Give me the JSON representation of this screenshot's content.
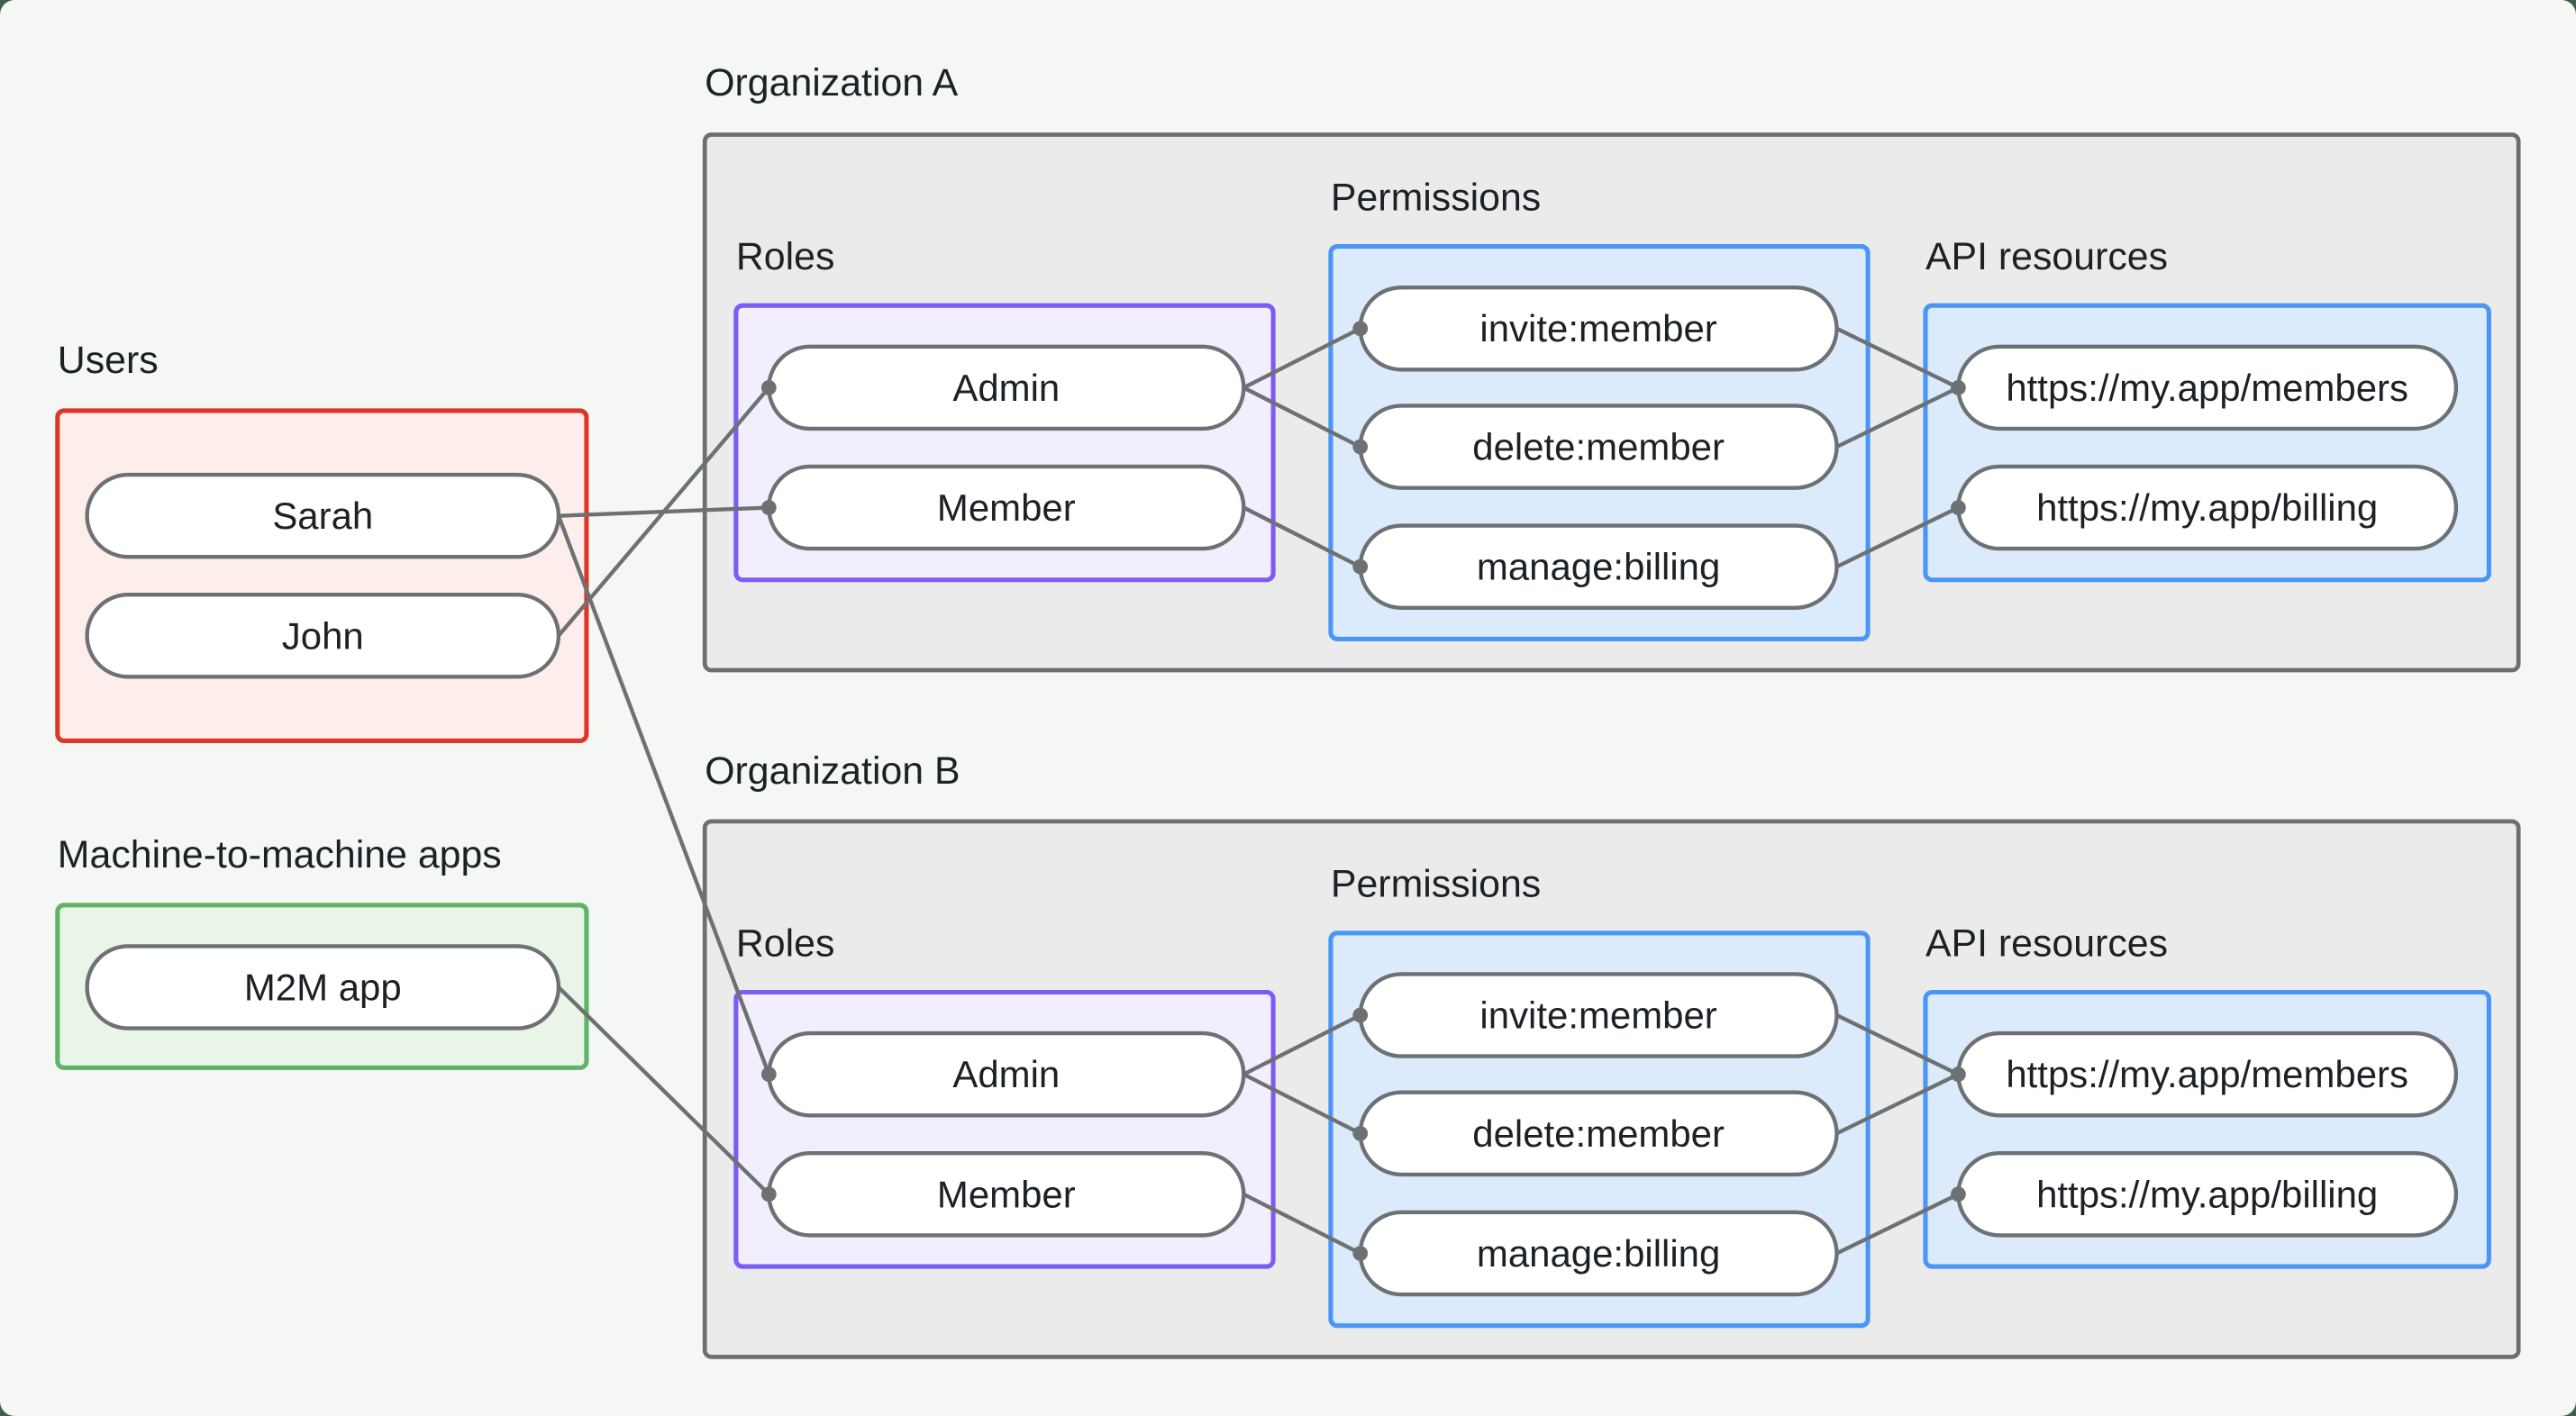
{
  "diagram": {
    "title_implicit": "RBAC organizations diagram",
    "palette": {
      "page_background": "#f5f7f5",
      "corner_backdrop": "#41604b",
      "org_fill": "#ebebeb",
      "org_border": "#6b6f71",
      "users_fill": "#fdeeec",
      "users_border": "#dc362a",
      "m2m_fill": "#e8f5e7",
      "m2m_border": "#5eb366",
      "roles_fill": "#f3eefe",
      "roles_border": "#7d5bf7",
      "permissions_fill": "#dcebfb",
      "permissions_border": "#4a96f6",
      "api_fill": "#dcebfb",
      "api_border": "#4a96f6",
      "node_fill": "#ffffff",
      "node_border": "#6e7173",
      "edge_color": "#6e7173",
      "text_color": "#1c2126"
    },
    "users_group": {
      "label": "Users",
      "items": [
        {
          "label": "Sarah"
        },
        {
          "label": "John"
        }
      ]
    },
    "m2m_group": {
      "label": "Machine-to-machine apps",
      "items": [
        {
          "label": "M2M app"
        }
      ]
    },
    "organizations": [
      {
        "label": "Organization A",
        "roles": {
          "label": "Roles",
          "items": [
            {
              "label": "Admin"
            },
            {
              "label": "Member"
            }
          ]
        },
        "permissions": {
          "label": "Permissions",
          "items": [
            {
              "label": "invite:member"
            },
            {
              "label": "delete:member"
            },
            {
              "label": "manage:billing"
            }
          ]
        },
        "api_resources": {
          "label": "API resources",
          "items": [
            {
              "label": "https://my.app/members"
            },
            {
              "label": "https://my.app/billing"
            }
          ]
        }
      },
      {
        "label": "Organization B",
        "roles": {
          "label": "Roles",
          "items": [
            {
              "label": "Admin"
            },
            {
              "label": "Member"
            }
          ]
        },
        "permissions": {
          "label": "Permissions",
          "items": [
            {
              "label": "invite:member"
            },
            {
              "label": "delete:member"
            },
            {
              "label": "manage:billing"
            }
          ]
        },
        "api_resources": {
          "label": "API resources",
          "items": [
            {
              "label": "https://my.app/members"
            },
            {
              "label": "https://my.app/billing"
            }
          ]
        }
      }
    ],
    "edges": [
      {
        "from": "Users / Sarah",
        "to": "Organization A / Roles / Member"
      },
      {
        "from": "Users / John",
        "to": "Organization A / Roles / Admin"
      },
      {
        "from": "Users / Sarah",
        "to": "Organization B / Roles / Admin"
      },
      {
        "from": "Machine-to-machine apps / M2M app",
        "to": "Organization B / Roles / Member"
      },
      {
        "from": "Organization A / Roles / Admin",
        "to": "Organization A / Permissions / invite:member"
      },
      {
        "from": "Organization A / Roles / Admin",
        "to": "Organization A / Permissions / delete:member"
      },
      {
        "from": "Organization A / Roles / Member",
        "to": "Organization A / Permissions / manage:billing"
      },
      {
        "from": "Organization A / Permissions / invite:member",
        "to": "Organization A / API resources / https://my.app/members"
      },
      {
        "from": "Organization A / Permissions / delete:member",
        "to": "Organization A / API resources / https://my.app/members"
      },
      {
        "from": "Organization A / Permissions / manage:billing",
        "to": "Organization A / API resources / https://my.app/billing"
      },
      {
        "from": "Organization B / Roles / Admin",
        "to": "Organization B / Permissions / invite:member"
      },
      {
        "from": "Organization B / Roles / Admin",
        "to": "Organization B / Permissions / delete:member"
      },
      {
        "from": "Organization B / Roles / Member",
        "to": "Organization B / Permissions / manage:billing"
      },
      {
        "from": "Organization B / Permissions / invite:member",
        "to": "Organization B / API resources / https://my.app/members"
      },
      {
        "from": "Organization B / Permissions / delete:member",
        "to": "Organization B / API resources / https://my.app/members"
      },
      {
        "from": "Organization B / Permissions / manage:billing",
        "to": "Organization B / API resources / https://my.app/billing"
      }
    ]
  }
}
